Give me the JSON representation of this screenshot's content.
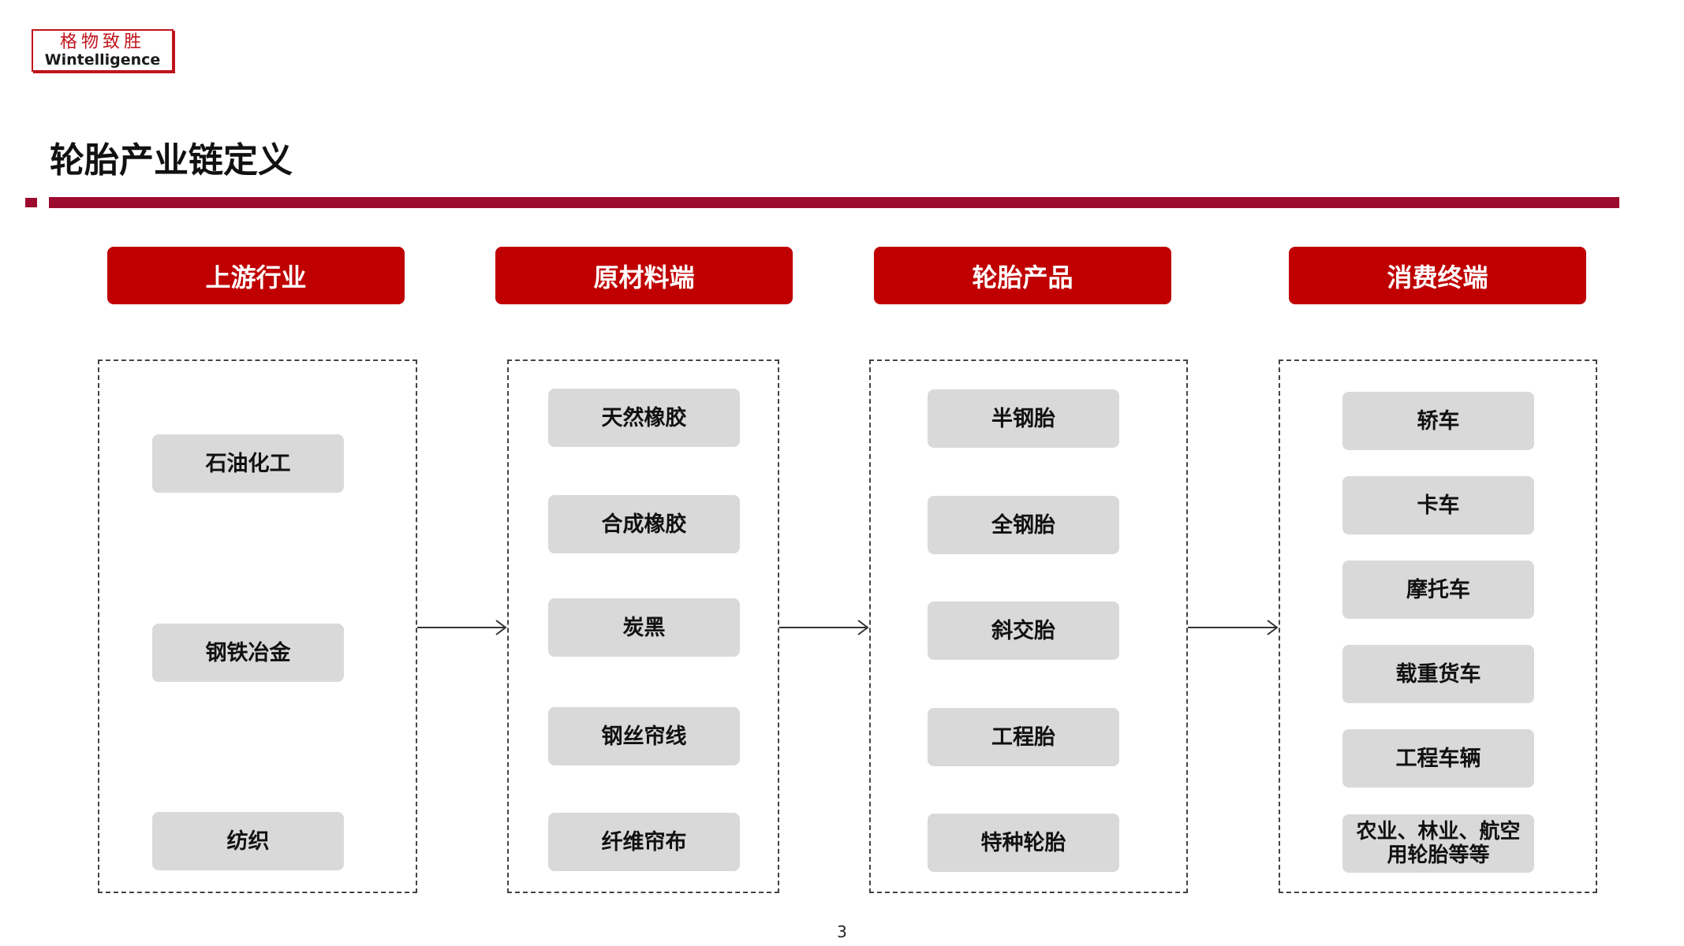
{
  "logo": {
    "chinese": "格物致胜",
    "english": "Wintelligence"
  },
  "page_title": "轮胎产业链定义",
  "stages": [
    {
      "header": "上游行业",
      "items": [
        "石油化工",
        "钢铁冶金",
        "纺织"
      ]
    },
    {
      "header": "原材料端",
      "items": [
        "天然橡胶",
        "合成橡胶",
        "炭黑",
        "钢丝帘线",
        "纤维帘布"
      ]
    },
    {
      "header": "轮胎产品",
      "items": [
        "半钢胎",
        "全钢胎",
        "斜交胎",
        "工程胎",
        "特种轮胎"
      ]
    },
    {
      "header": "消费终端",
      "items": [
        "轿车",
        "卡车",
        "摩托车",
        "载重货车",
        "工程车辆",
        "农业、林业、航空\n用轮胎等等"
      ]
    }
  ],
  "page_number": "3",
  "colors": {
    "brand_red": "#c00000",
    "rule_color": "#9c0a2e",
    "item_gray": "#d9d9d9"
  }
}
